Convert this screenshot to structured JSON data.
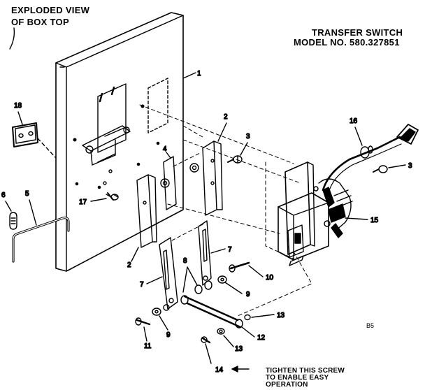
{
  "header": {
    "left_title_line1": "EXPLODED VIEW",
    "left_title_line2": "OF BOX TOP",
    "right_title_line1": "TRANSFER SWITCH",
    "right_title_line2": "MODEL NO. 580.327851"
  },
  "note": {
    "line1": "TIGHTEN THIS SCREW",
    "line2": "TO ENABLE EASY",
    "line3": "OPERATION"
  },
  "page_code": "B5",
  "callouts": {
    "c1": "1",
    "c2a": "2",
    "c2b": "2",
    "c3a": "3",
    "c3b": "3",
    "c4": "4",
    "c5": "5",
    "c6": "6",
    "c7a": "7",
    "c7b": "7",
    "c8": "8",
    "c9a": "9",
    "c9b": "9",
    "c10": "10",
    "c11": "11",
    "c12": "12",
    "c13a": "13",
    "c13b": "13",
    "c14": "14",
    "c15": "15",
    "c16": "16",
    "c17": "17",
    "c18": "18"
  }
}
